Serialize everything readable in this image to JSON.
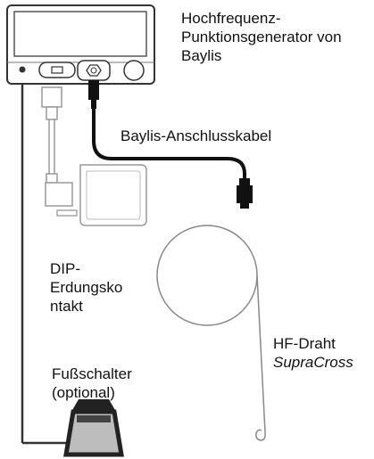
{
  "labels": {
    "generator": "Hochfrequenz-\nPunktionsgenerator von\nBaylis",
    "cable": "Baylis-Anschlusskabel",
    "dip": "DIP-\nErdungsko\nntakt",
    "wire_line1": "HF-Draht",
    "wire_line2": "SupraCross",
    "footswitch": "Fußschalter\n(optional)"
  },
  "colors": {
    "stroke": "#333333",
    "light_stroke": "#9a9a9a",
    "cable": "#111111",
    "pedal_fill": "#bdbdbd",
    "pedal_dark": "#222222"
  }
}
